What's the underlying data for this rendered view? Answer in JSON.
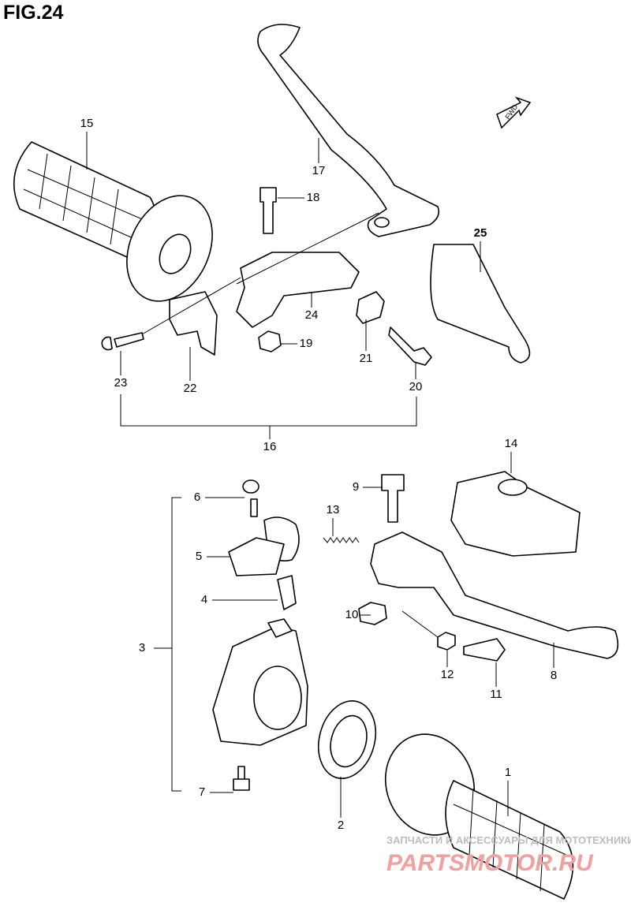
{
  "figure_title": "FIG.24",
  "direction_tag": "FWD",
  "callouts": {
    "p1": "1",
    "p2": "2",
    "p3": "3",
    "p4": "4",
    "p5": "5",
    "p6": "6",
    "p7": "7",
    "p8": "8",
    "p9": "9",
    "p10": "10",
    "p11": "11",
    "p12": "12",
    "p13": "13",
    "p14": "14",
    "p15": "15",
    "p16": "16",
    "p17": "17",
    "p18": "18",
    "p19": "19",
    "p20": "20",
    "p21": "21",
    "p22": "22",
    "p23": "23",
    "p24": "24",
    "p25": "25"
  },
  "watermark": {
    "tagline": "ЗАПЧАСТИ И АКСЕССУАРЫ ДЛЯ МОТОТЕХНИКИ",
    "site": "PARTSMOTOR.RU"
  }
}
